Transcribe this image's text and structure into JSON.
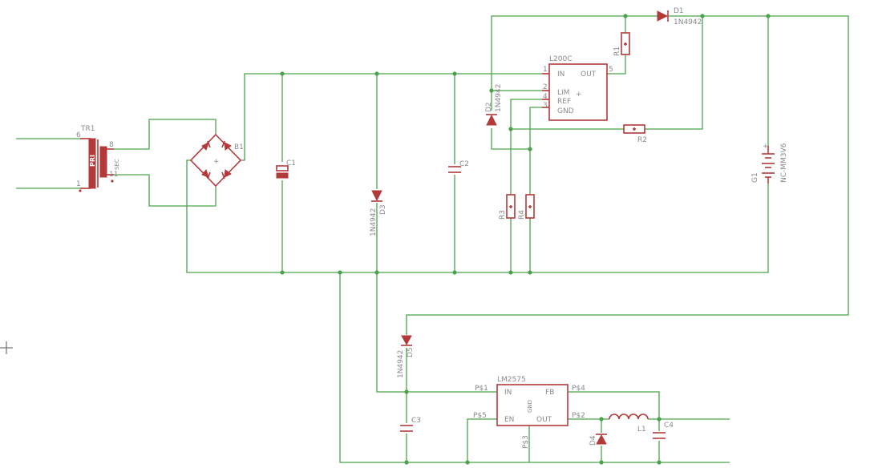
{
  "transformer": {
    "name": "TR1",
    "pin_tl": "6",
    "pin_bl": "1",
    "pin_tr": "8",
    "pin_br": "11",
    "pri": "PRI",
    "sec": "SEC"
  },
  "bridge": {
    "name": "B1"
  },
  "c1": {
    "name": "C1"
  },
  "c2": {
    "name": "C2"
  },
  "c3": {
    "name": "C3"
  },
  "c4": {
    "name": "C4"
  },
  "d1": {
    "name": "D1",
    "value": "1N4942"
  },
  "d2": {
    "name": "D2",
    "value": "1N4942"
  },
  "d3": {
    "name": "D3",
    "value": "1N4942"
  },
  "d4": {
    "name": "D4"
  },
  "d5": {
    "name": "D5",
    "value": "1N4942"
  },
  "r1": {
    "name": "R1"
  },
  "r2": {
    "name": "R2"
  },
  "r3": {
    "name": "R3"
  },
  "r4": {
    "name": "R4"
  },
  "l1": {
    "name": "L1"
  },
  "battery": {
    "name": "G1",
    "value": "NC-MM3V6"
  },
  "l200": {
    "name": "L200C",
    "pin_in": "IN",
    "pin_out": "OUT",
    "pin_lim": "LIM",
    "pin_ref": "REF",
    "pin_gnd": "GND",
    "num_1": "1",
    "num_2": "2",
    "num_3": "3",
    "num_4": "4",
    "num_5": "5"
  },
  "lm2575": {
    "name": "LM2575",
    "pin_in": "IN",
    "pin_fb": "FB",
    "pin_en": "EN",
    "pin_out": "OUT",
    "pin_gnd": "GND",
    "pad1": "P$1",
    "pad2": "P$2",
    "pad3": "P$3",
    "pad4": "P$4",
    "pad5": "P$5"
  }
}
